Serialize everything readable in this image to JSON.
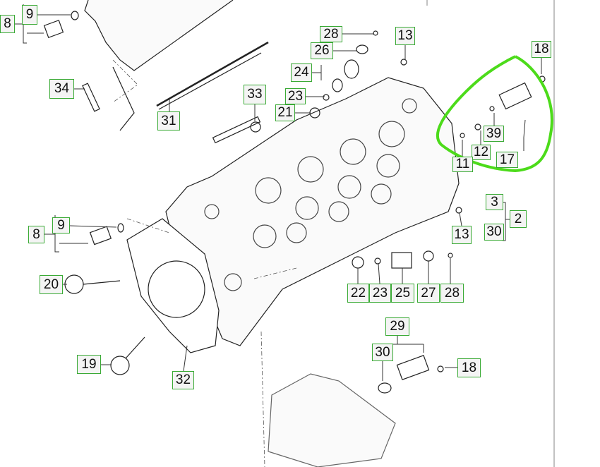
{
  "callouts": [
    {
      "id": "c8a",
      "text": "8"
    },
    {
      "id": "c9a",
      "text": "9"
    },
    {
      "id": "c34",
      "text": "34"
    },
    {
      "id": "c31",
      "text": "31"
    },
    {
      "id": "c28a",
      "text": "28"
    },
    {
      "id": "c26",
      "text": "26"
    },
    {
      "id": "c24",
      "text": "24"
    },
    {
      "id": "c23a",
      "text": "23"
    },
    {
      "id": "c21",
      "text": "21"
    },
    {
      "id": "c33",
      "text": "33"
    },
    {
      "id": "c13a",
      "text": "13"
    },
    {
      "id": "c18a",
      "text": "18"
    },
    {
      "id": "c39",
      "text": "39"
    },
    {
      "id": "c12",
      "text": "12"
    },
    {
      "id": "c11",
      "text": "11"
    },
    {
      "id": "c17",
      "text": "17"
    },
    {
      "id": "c3",
      "text": "3"
    },
    {
      "id": "c2",
      "text": "2"
    },
    {
      "id": "c30a",
      "text": "30"
    },
    {
      "id": "c13b",
      "text": "13"
    },
    {
      "id": "c9b",
      "text": "9"
    },
    {
      "id": "c8b",
      "text": "8"
    },
    {
      "id": "c20",
      "text": "20"
    },
    {
      "id": "c22",
      "text": "22"
    },
    {
      "id": "c23b",
      "text": "23"
    },
    {
      "id": "c25",
      "text": "25"
    },
    {
      "id": "c27",
      "text": "27"
    },
    {
      "id": "c28b",
      "text": "28"
    },
    {
      "id": "c19",
      "text": "19"
    },
    {
      "id": "c32",
      "text": "32"
    },
    {
      "id": "c29",
      "text": "29"
    },
    {
      "id": "c30b",
      "text": "30"
    },
    {
      "id": "c18b",
      "text": "18"
    }
  ],
  "colors": {
    "callout_border": "#3aaa35",
    "highlight": "#4cdb1a"
  }
}
